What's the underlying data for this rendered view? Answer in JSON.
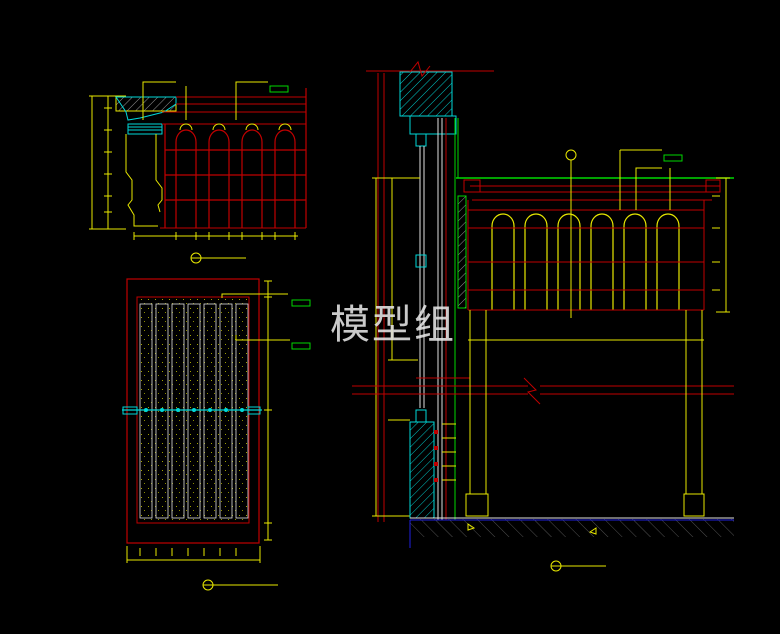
{
  "canvas": {
    "background": "#000000"
  },
  "colors": {
    "red": "#c00000",
    "yellow": "#e8e800",
    "cyan": "#00d8d8",
    "green": "#00d800",
    "white": "#e0e0e0",
    "blue": "#2020e0"
  },
  "views": [
    {
      "name": "colonnade-elevation-top-left"
    },
    {
      "name": "panel-elevation-bottom-left"
    },
    {
      "name": "section-detail-right"
    }
  ],
  "watermark": {
    "text": "模型组"
  }
}
